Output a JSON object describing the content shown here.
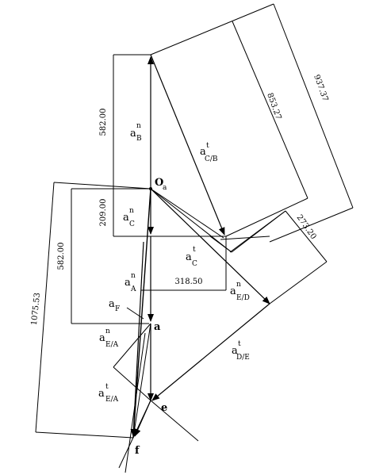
{
  "points": {
    "oa": "O",
    "oa_sub": "a",
    "a": "a",
    "e": "e",
    "f": "f"
  },
  "vectors": {
    "aB": {
      "base": "a",
      "sup": "n",
      "sub": "B"
    },
    "aCB": {
      "base": "a",
      "sup": "t",
      "sub": "C/B"
    },
    "aCn": {
      "base": "a",
      "sup": "n",
      "sub": "C"
    },
    "aCt": {
      "base": "a",
      "sup": "t",
      "sub": "C"
    },
    "aAn": {
      "base": "a",
      "sup": "n",
      "sub": "A"
    },
    "aF": {
      "base": "a",
      "sub": "F"
    },
    "aEAn": {
      "base": "a",
      "sup": "n",
      "sub": "E/A"
    },
    "aEAt": {
      "base": "a",
      "sup": "t",
      "sub": "E/A"
    },
    "aEDn": {
      "base": "a",
      "sup": "n",
      "sub": "E/D"
    },
    "aDEt": {
      "base": "a",
      "sup": "t",
      "sub": "D/E"
    }
  },
  "dimensions": {
    "d582_top": "582.00",
    "d209": "209.00",
    "d582_mid": "582.00",
    "d1075": "1075.53",
    "d318": "318.50",
    "d853": "853.27",
    "d937": "937.37",
    "d273": "273.20"
  }
}
